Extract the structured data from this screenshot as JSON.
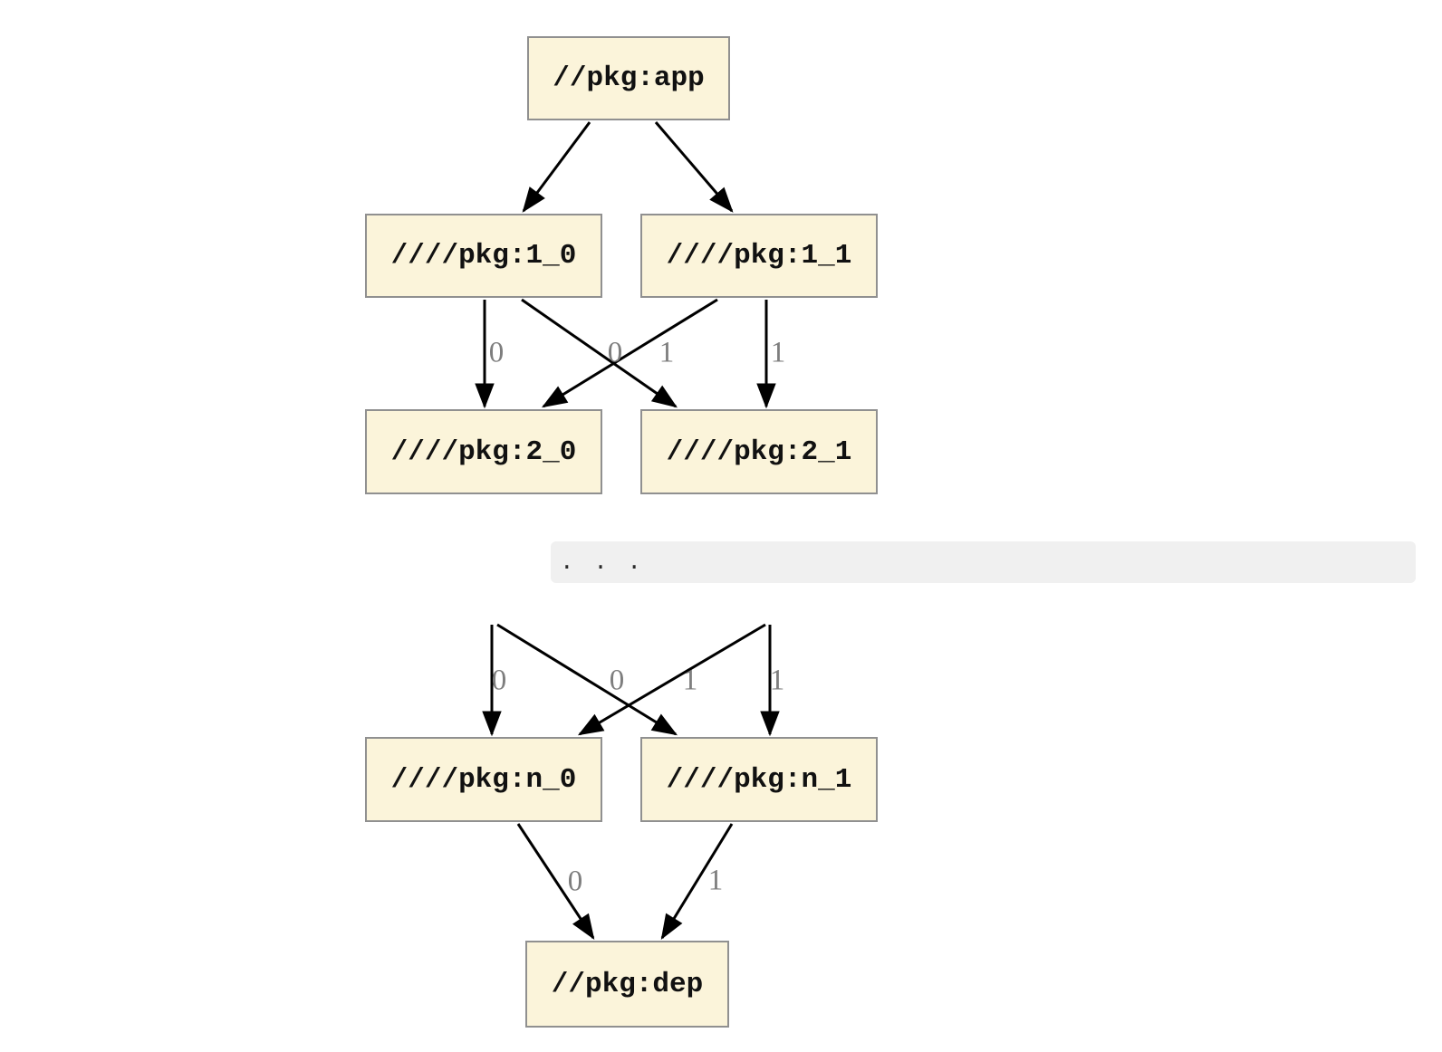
{
  "graph": {
    "nodes": {
      "app": {
        "label": "//pkg:app"
      },
      "l1_0": {
        "label": "////pkg:1_0"
      },
      "l1_1": {
        "label": "////pkg:1_1"
      },
      "l2_0": {
        "label": "////pkg:2_0"
      },
      "l2_1": {
        "label": "////pkg:2_1"
      },
      "ln_0": {
        "label": "////pkg:n_0"
      },
      "ln_1": {
        "label": "////pkg:n_1"
      },
      "dep": {
        "label": "//pkg:dep"
      }
    },
    "edges": [
      {
        "from": "//pkg:app",
        "to": "////pkg:1_0",
        "label": ""
      },
      {
        "from": "//pkg:app",
        "to": "////pkg:1_1",
        "label": ""
      },
      {
        "from": "////pkg:1_0",
        "to": "////pkg:2_0",
        "label": "0"
      },
      {
        "from": "////pkg:1_0",
        "to": "////pkg:2_1",
        "label": "1"
      },
      {
        "from": "////pkg:1_1",
        "to": "////pkg:2_0",
        "label": "0"
      },
      {
        "from": "////pkg:1_1",
        "to": "////pkg:2_1",
        "label": "1"
      },
      {
        "from": "…",
        "to": "////pkg:n_0",
        "label": "0"
      },
      {
        "from": "…",
        "to": "////pkg:n_1",
        "label": "1"
      },
      {
        "from": "…",
        "to": "////pkg:n_0",
        "label": "0"
      },
      {
        "from": "…",
        "to": "////pkg:n_1",
        "label": "1"
      },
      {
        "from": "////pkg:n_0",
        "to": "//pkg:dep",
        "label": "0"
      },
      {
        "from": "////pkg:n_1",
        "to": "//pkg:dep",
        "label": "1"
      }
    ],
    "ellipsis": ". . .",
    "colors": {
      "node_fill": "#fbf4da",
      "node_border": "#909090",
      "edge": "#000000",
      "edge_label": "#7e7e7e",
      "ellipsis_band_bg": "#f0f0f0",
      "background": "#ffffff"
    }
  }
}
